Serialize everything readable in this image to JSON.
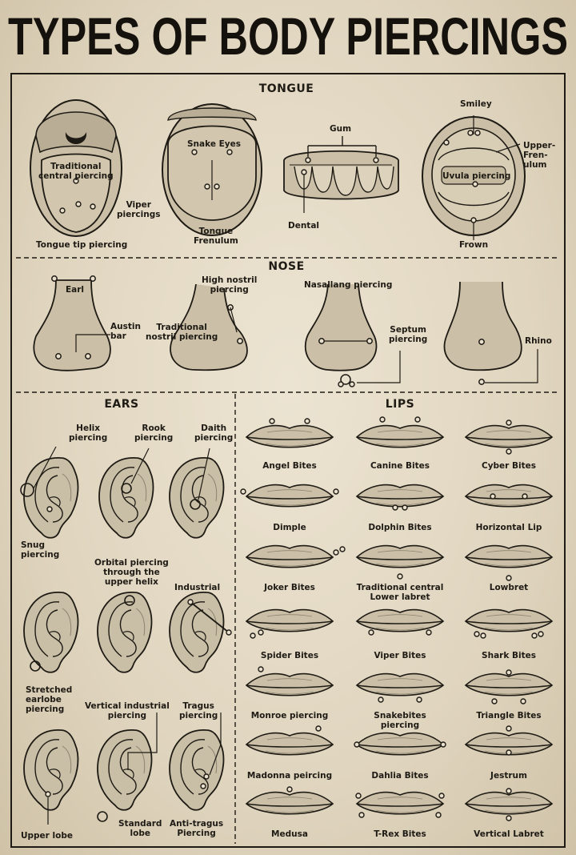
{
  "title": "TYPES OF BODY PIERCINGS",
  "colors": {
    "paper": "#e6dcc8",
    "ink": "#1e1a14",
    "skin": "#cabfa6",
    "shade": "#a49a84"
  },
  "sections": {
    "tongue": "TONGUE",
    "nose": "NOSE",
    "ears": "EARS",
    "lips": "LIPS"
  },
  "tongue": {
    "traditional": "Traditional\ncentral piercing",
    "viper": "Viper\npiercings",
    "tip": "Tongue tip piercing",
    "snake_eyes": "Snake Eyes",
    "frenulum": "Tongue\nFrenulum",
    "gum": "Gum",
    "dental": "Dental",
    "smiley": "Smiley",
    "upper_frenulum": "Upper-\nFren-\nulum",
    "uvula": "Uvula piercing",
    "frown": "Frown"
  },
  "nose": {
    "earl": "Earl",
    "austin": "Austin\nbar",
    "high_nostril": "High nostril\npiercing",
    "traditional": "Traditional\nnostril piercing",
    "nasallang": "Nasallang piercing",
    "septum": "Septum\npiercing",
    "rhino": "Rhino"
  },
  "ears": {
    "helix": "Helix\npiercing",
    "rook": "Rook\npiercing",
    "daith": "Daith\npiercing",
    "snug": "Snug\npiercing",
    "orbital": "Orbital piercing\nthrough the\nupper helix",
    "industrial": "Industrial",
    "stretched": "Stretched\nearlobe\npiercing",
    "vertical_industrial": "Vertical industrial\npiercing",
    "tragus": "Tragus\npiercing",
    "upper_lobe": "Upper lobe",
    "standard_lobe": "Standard\nlobe",
    "anti_tragus": "Anti-tragus\nPiercing"
  },
  "lips": {
    "angel": "Angel Bites",
    "canine": "Canine Bites",
    "cyber": "Cyber Bites",
    "dimple": "Dimple",
    "dolphin": "Dolphin Bites",
    "horizontal": "Horizontal Lip",
    "joker": "Joker Bites",
    "trad_lower": "Traditional central\nLower labret",
    "lowbret": "Lowbret",
    "spider": "Spider Bites",
    "viper": "Viper Bites",
    "shark": "Shark Bites",
    "monroe": "Monroe piercing",
    "snakebites": "Snakebites\npiercing",
    "triangle": "Triangle Bites",
    "madonna": "Madonna peircing",
    "dahlia": "Dahlia Bites",
    "jestrum": "Jestrum",
    "medusa": "Medusa",
    "trex": "T-Rex Bites",
    "vertical_labret": "Vertical Labret"
  }
}
